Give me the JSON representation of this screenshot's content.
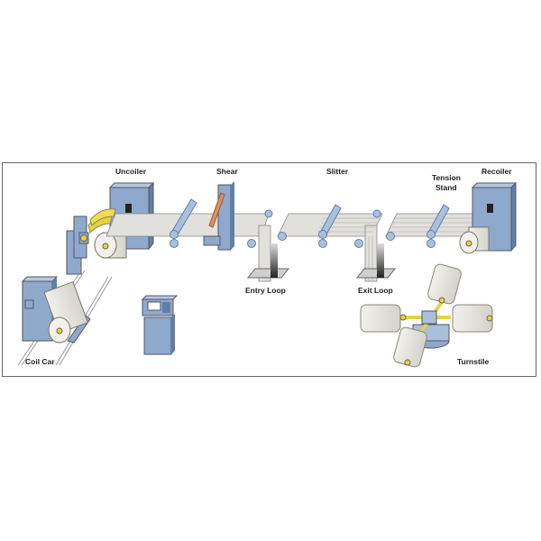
{
  "labels": {
    "uncoiler": "Uncoiler",
    "shear": "Shear",
    "slitter": "Slitter",
    "tension_stand_1": "Tension",
    "tension_stand_2": "Stand",
    "recoiler": "Recoiler",
    "entry_loop": "Entry Loop",
    "exit_loop": "Exit Loop",
    "coil_car": "Coil Car",
    "turnstile": "Turnstile"
  },
  "colors": {
    "machine": "#8ea9cc",
    "machine_dark": "#5f7fa8",
    "strip": "#e2e0dc",
    "roller": "#a9c0dc",
    "hub": "#e8d23c",
    "shear_blade": "#e0934a",
    "frame": "#666666"
  }
}
